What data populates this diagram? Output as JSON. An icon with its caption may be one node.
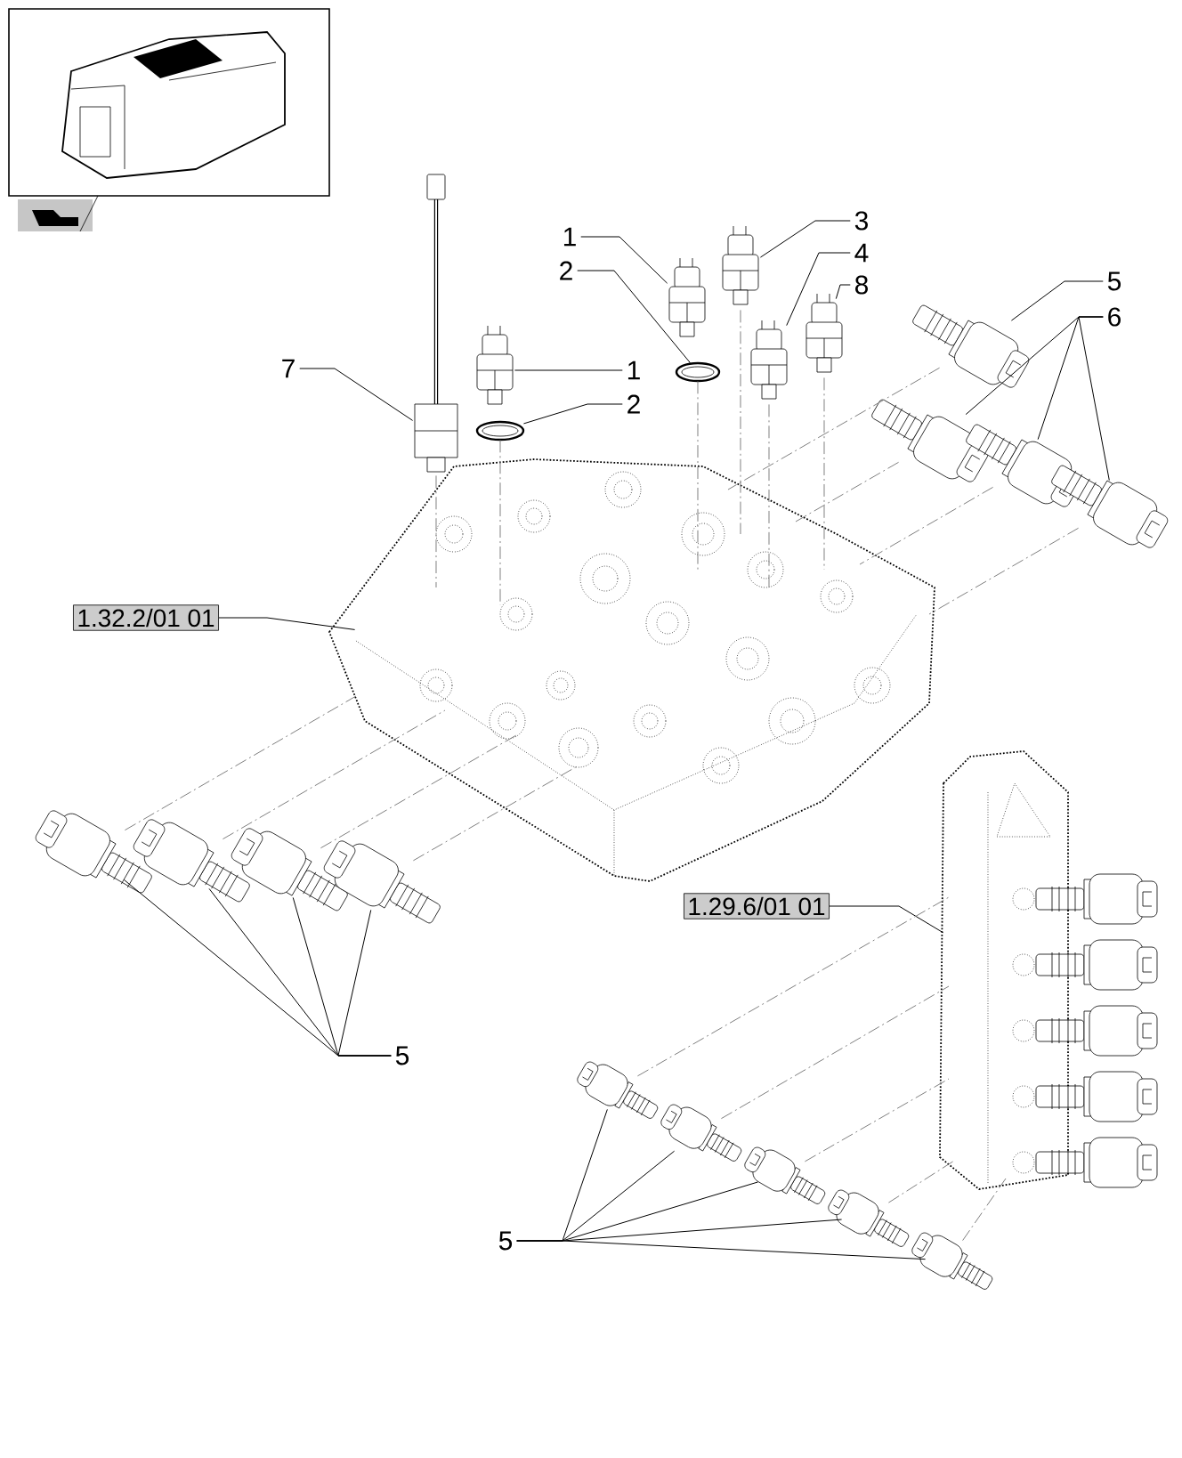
{
  "diagram": {
    "nodes": [
      {
        "text": [
          "1"
        ]
      },
      {
        "text": [
          "2"
        ]
      },
      {
        "text": [
          "3"
        ]
      },
      {
        "text": [
          "4"
        ]
      },
      {
        "text": [
          "8"
        ]
      },
      {
        "text": [
          "5"
        ]
      },
      {
        "text": [
          "6"
        ]
      },
      {
        "text": [
          "7"
        ]
      },
      {
        "text": [
          "1"
        ]
      },
      {
        "text": [
          "2"
        ]
      },
      {
        "text": [
          "1.32.2/01 01"
        ]
      },
      {
        "text": [
          "1.29.6/01 01"
        ]
      },
      {
        "text": [
          "5"
        ]
      },
      {
        "text": [
          "5"
        ]
      },
      {
        "text": [],
        "shape": "picture"
      },
      {
        "text": [],
        "shape": "picture"
      },
      {
        "text": [],
        "shape": "picture"
      },
      {
        "text": [],
        "shape": "picture"
      },
      {
        "text": [],
        "shape": "picture"
      },
      {
        "text": [],
        "shape": "picture"
      },
      {
        "text": [],
        "shape": "picture"
      },
      {
        "text": [],
        "shape": "picture"
      },
      {
        "text": [],
        "shape": "picture"
      },
      {
        "text": [],
        "shape": "picture"
      },
      {
        "text": [],
        "shape": "picture"
      },
      {
        "text": [],
        "shape": "picture"
      },
      {
        "text": [],
        "shape": "picture"
      },
      {
        "text": [],
        "shape": "picture"
      },
      {
        "text": [],
        "shape": "picture"
      },
      {
        "text": [],
        "shape": "picture"
      },
      {
        "text": [],
        "shape": "picture"
      },
      {
        "text": [],
        "shape": "picture"
      },
      {
        "text": [],
        "shape": "picture"
      },
      {
        "text": [],
        "shape": "picture"
      },
      {
        "text": [],
        "shape": "picture"
      },
      {
        "text": [],
        "shape": "picture"
      },
      {
        "text": [],
        "shape": "picture"
      }
    ],
    "edges": [
      {
        "from": 0,
        "to": 14,
        "arrow": "none"
      },
      {
        "from": 1,
        "to": 15,
        "arrow": "none"
      },
      {
        "from": 2,
        "to": 16,
        "arrow": "none"
      },
      {
        "from": 3,
        "to": 17,
        "arrow": "none"
      },
      {
        "from": 4,
        "to": 18,
        "arrow": "none"
      },
      {
        "from": 5,
        "to": 19,
        "arrow": "none"
      },
      {
        "from": 6,
        "to": 20,
        "arrow": "none"
      },
      {
        "from": 6,
        "to": 21,
        "arrow": "none"
      },
      {
        "from": 6,
        "to": 22,
        "arrow": "none"
      },
      {
        "from": 7,
        "to": 23,
        "arrow": "none"
      },
      {
        "from": 8,
        "to": 24,
        "arrow": "none"
      },
      {
        "from": 9,
        "to": 25,
        "arrow": "none"
      },
      {
        "from": 10,
        "to": 26,
        "arrow": "none"
      },
      {
        "from": 11,
        "to": 27,
        "arrow": "none"
      },
      {
        "from": 12,
        "to": 28,
        "arrow": "none"
      },
      {
        "from": 12,
        "to": 29,
        "arrow": "none"
      },
      {
        "from": 12,
        "to": 30,
        "arrow": "none"
      },
      {
        "from": 12,
        "to": 31,
        "arrow": "none"
      },
      {
        "from": 13,
        "to": 32,
        "arrow": "none"
      },
      {
        "from": 13,
        "to": 33,
        "arrow": "none"
      },
      {
        "from": 13,
        "to": 34,
        "arrow": "none"
      },
      {
        "from": 13,
        "to": 35,
        "arrow": "none"
      },
      {
        "from": 13,
        "to": 36,
        "arrow": "none"
      },
      {
        "from": 23,
        "to": 26,
        "arrow": "none",
        "style": "dashed",
        "color": "#808080"
      },
      {
        "from": 25,
        "to": 26,
        "arrow": "none",
        "style": "dashed",
        "color": "#808080"
      },
      {
        "from": 15,
        "to": 26,
        "arrow": "none",
        "style": "dashed",
        "color": "#808080"
      },
      {
        "from": 16,
        "to": 26,
        "arrow": "none",
        "style": "dashed",
        "color": "#808080"
      },
      {
        "from": 17,
        "to": 26,
        "arrow": "none",
        "style": "dashed",
        "color": "#808080"
      },
      {
        "from": 18,
        "to": 26,
        "arrow": "none",
        "style": "dashed",
        "color": "#808080"
      },
      {
        "from": 19,
        "to": 26,
        "arrow": "none",
        "style": "dashed",
        "color": "#808080"
      },
      {
        "from": 20,
        "to": 26,
        "arrow": "none",
        "style": "dashed",
        "color": "#808080"
      },
      {
        "from": 21,
        "to": 26,
        "arrow": "none",
        "style": "dashed",
        "color": "#808080"
      },
      {
        "from": 22,
        "to": 26,
        "arrow": "none",
        "style": "dashed",
        "color": "#808080"
      },
      {
        "from": 28,
        "to": 26,
        "arrow": "none",
        "style": "dashed",
        "color": "#808080"
      },
      {
        "from": 29,
        "to": 26,
        "arrow": "none",
        "style": "dashed",
        "color": "#808080"
      },
      {
        "from": 30,
        "to": 26,
        "arrow": "none",
        "style": "dashed",
        "color": "#808080"
      },
      {
        "from": 31,
        "to": 26,
        "arrow": "none",
        "style": "dashed",
        "color": "#808080"
      },
      {
        "from": 32,
        "to": 27,
        "arrow": "none",
        "style": "dashed",
        "color": "#808080"
      },
      {
        "from": 33,
        "to": 27,
        "arrow": "none",
        "style": "dashed",
        "color": "#808080"
      },
      {
        "from": 34,
        "to": 27,
        "arrow": "none",
        "style": "dashed",
        "color": "#808080"
      },
      {
        "from": 35,
        "to": 27,
        "arrow": "none",
        "style": "dashed",
        "color": "#808080"
      },
      {
        "from": 36,
        "to": 27,
        "arrow": "none",
        "style": "dashed",
        "color": "#808080"
      }
    ]
  }
}
